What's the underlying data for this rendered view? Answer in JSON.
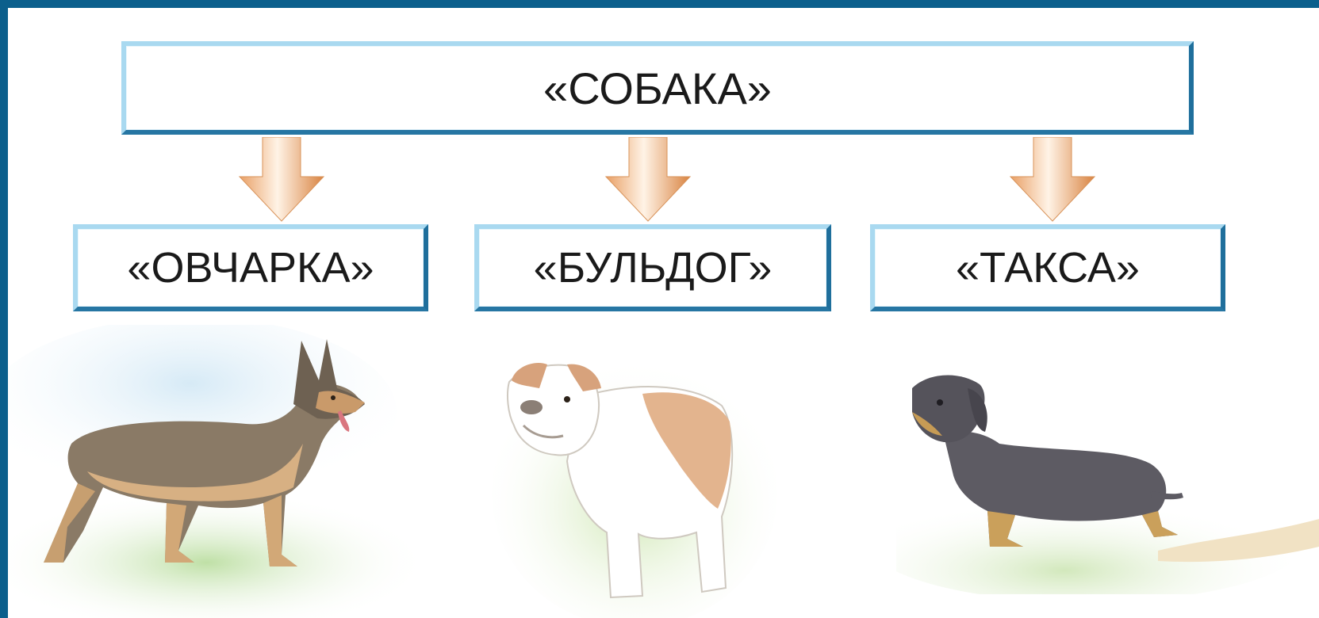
{
  "root": {
    "label": "«СОБАКА»"
  },
  "children": [
    {
      "label": "«ОВЧАРКА»"
    },
    {
      "label": "«БУЛЬДОГ»"
    },
    {
      "label": "«ТАКСА»"
    }
  ],
  "colors": {
    "frame": "#0b5f8c",
    "box_border": "#3f8fba",
    "arrow": "#e9a066"
  },
  "illustrations": [
    "german-shepherd-illustration",
    "bulldog-illustration",
    "dachshund-illustration"
  ]
}
